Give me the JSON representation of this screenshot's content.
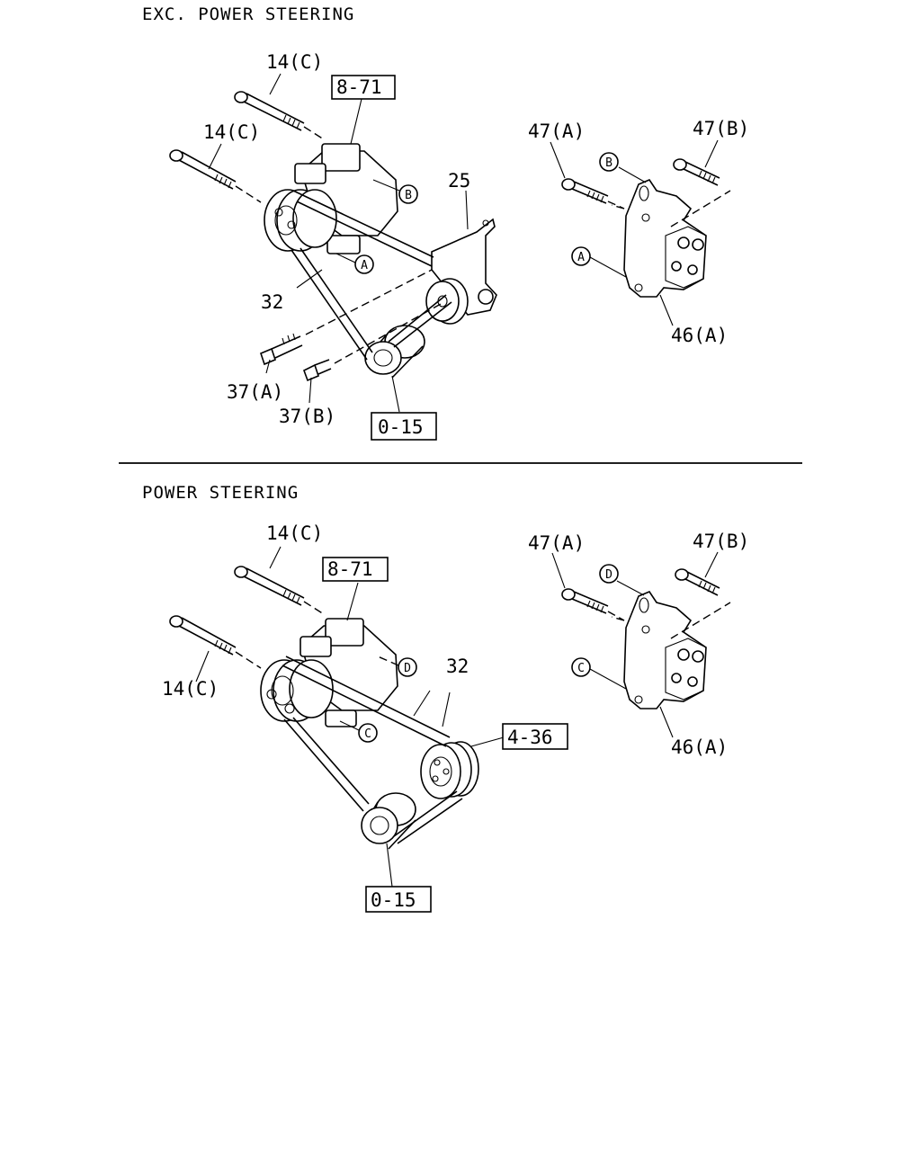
{
  "sections": [
    {
      "title": "EXC. POWER STEERING",
      "labels": [
        "14(C)",
        "8-71",
        "14(C)",
        "25",
        "32",
        "37(A)",
        "37(B)",
        "0-15",
        "47(A)",
        "47(B)",
        "46(A)"
      ],
      "circles": [
        "B",
        "A",
        "B",
        "A"
      ]
    },
    {
      "title": "POWER STEERING",
      "labels": [
        "14(C)",
        "8-71",
        "14(C)",
        "32",
        "4-36",
        "0-15",
        "47(A)",
        "47(B)",
        "46(A)"
      ],
      "circles": [
        "D",
        "C",
        "D",
        "C"
      ]
    }
  ]
}
